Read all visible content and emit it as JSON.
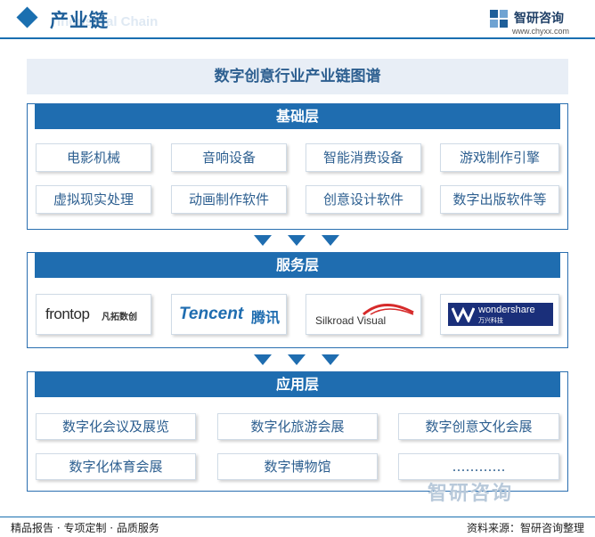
{
  "header": {
    "title": "产业链",
    "subtitle": "Industrial Chain",
    "logo_name": "智研咨询",
    "logo_url": "www.chyxx.com"
  },
  "main_title": "数字创意行业产业链图谱",
  "layers": {
    "base": {
      "title": "基础层",
      "items": [
        "电影机械",
        "音响设备",
        "智能消费设备",
        "游戏制作引擎",
        "虚拟现实处理",
        "动画制作软件",
        "创意设计软件",
        "数字出版软件等"
      ]
    },
    "service": {
      "title": "服务层",
      "logos": [
        {
          "text": "frontop",
          "cn": "凡拓数创",
          "icon": "frontop-logo"
        },
        {
          "text": "Tencent",
          "cn": "腾讯",
          "icon": "tencent-logo"
        },
        {
          "text": "Silkroad Visual",
          "icon": "silkroad-logo"
        },
        {
          "text": "wondershare",
          "cn": "万兴科技",
          "icon": "wondershare-logo"
        }
      ]
    },
    "application": {
      "title": "应用层",
      "items": [
        "数字化会议及展览",
        "数字化旅游会展",
        "数字创意文化会展",
        "数字化体育会展",
        "数字博物馆",
        "…………"
      ]
    }
  },
  "footer": {
    "left": "精品报告 · 专项定制 · 品质服务",
    "right": "资料来源：智研咨询整理",
    "watermark": "智研咨询"
  }
}
